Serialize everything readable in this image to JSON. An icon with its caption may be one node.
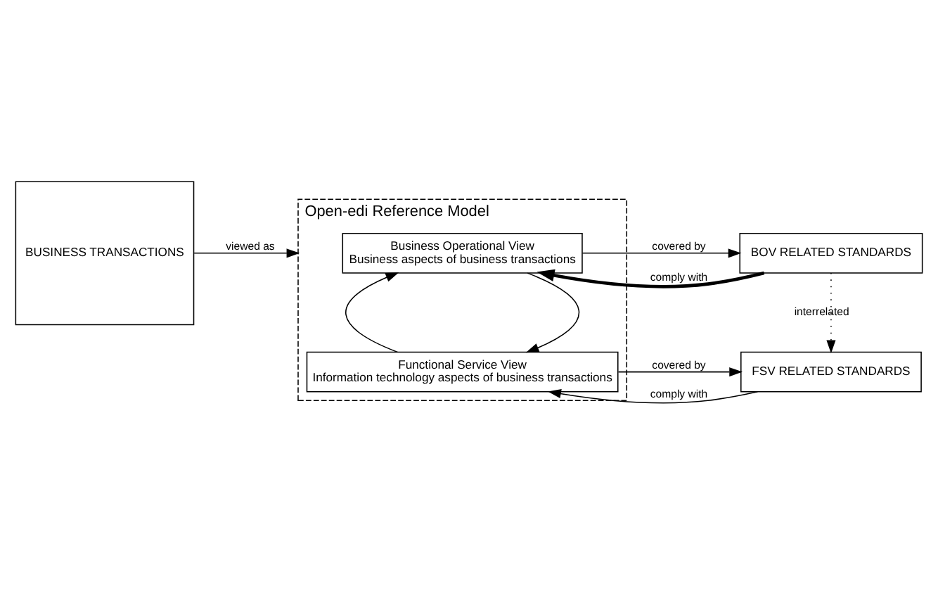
{
  "diagram": {
    "nodes": [
      {
        "text": [
          "BUSINESS TRANSACTIONS"
        ]
      },
      {
        "text": [
          "Open-edi Reference Model"
        ]
      },
      {
        "text": [
          "Business Operational View",
          "Business aspects of business transactions"
        ],
        "in": 1
      },
      {
        "text": [
          "Functional Service View",
          "Information technology aspects of business transactions"
        ],
        "in": 1
      },
      {
        "text": [
          "BOV RELATED STANDARDS"
        ]
      },
      {
        "text": [
          "FSV RELATED STANDARDS"
        ]
      }
    ],
    "edges": [
      {
        "from": 0,
        "to": 1,
        "arrow": "to",
        "label": "viewed as"
      },
      {
        "from": 4,
        "to": 2,
        "arrow": "to",
        "label": "comply with",
        "style": "thick"
      },
      {
        "from": 2,
        "to": 4,
        "arrow": "to",
        "label": "covered by"
      },
      {
        "from": 2,
        "to": 3,
        "arrow": "to"
      },
      {
        "from": 3,
        "to": 2,
        "arrow": "to"
      },
      {
        "from": 4,
        "to": 5,
        "arrow": "to",
        "label": "interrelated",
        "style": "dashed"
      },
      {
        "from": 5,
        "to": 3,
        "arrow": "to",
        "label": "comply with"
      },
      {
        "from": 3,
        "to": 5,
        "arrow": "to",
        "label": "covered by"
      }
    ]
  }
}
